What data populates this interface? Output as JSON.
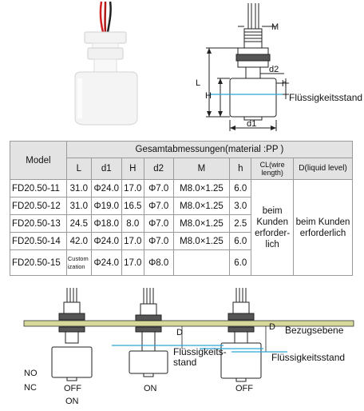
{
  "top_diagram": {
    "label_M": "M",
    "label_d2": "d2",
    "label_L": "L",
    "label_H": "H",
    "label_h": "h",
    "label_d1": "d1",
    "label_level": "Flüssigkeitsstand"
  },
  "table": {
    "header_model": "Model",
    "header_group": "Gesamtabmessungen(material :PP )",
    "col_L": "L",
    "col_d1": "d1",
    "col_H": "H",
    "col_d2": "d2",
    "col_M": "M",
    "col_h": "h",
    "col_CL": "CL(wire length)",
    "col_D": "D(liquid level)",
    "rows": [
      {
        "model": "FD20.50-11",
        "L": "31.0",
        "d1": "Φ24.0",
        "H": "17.0",
        "d2": "Φ7.0",
        "M": "M8.0×1.25",
        "h": "6.0"
      },
      {
        "model": "FD20.50-12",
        "L": "31.0",
        "d1": "Φ19.0",
        "H": "16.5",
        "d2": "Φ7.0",
        "M": "M8.0×1.25",
        "h": "3.0"
      },
      {
        "model": "FD20.50-13",
        "L": "24.5",
        "d1": "Φ18.0",
        "H": "8.0",
        "d2": "Φ7.0",
        "M": "M8.0×1.25",
        "h": "2.5"
      },
      {
        "model": "FD20.50-14",
        "L": "42.0",
        "d1": "Φ24.0",
        "H": "17.0",
        "d2": "Φ7.0",
        "M": "M8.0×1.25",
        "h": "6.0"
      },
      {
        "model": "FD20.50-15",
        "L": "Customization",
        "d1": "Φ24.0",
        "H": "17.0",
        "d2": "Φ8.0",
        "M": "",
        "h": "6.0"
      }
    ],
    "cl_value": "beim Kunden erforder-lich",
    "d_value": "beim Kunden erforderlich"
  },
  "bottom_diagram": {
    "label_D1": "D",
    "label_D2": "D",
    "ref_level": "Bezugsebene",
    "level_mid": "Flüssigkeits-stand",
    "level_right": "Flüssigkeitsstand",
    "no": "NO",
    "nc": "NC",
    "s1_off": "OFF",
    "s1_on": "ON",
    "s2_on": "ON",
    "s3_off": "OFF"
  }
}
